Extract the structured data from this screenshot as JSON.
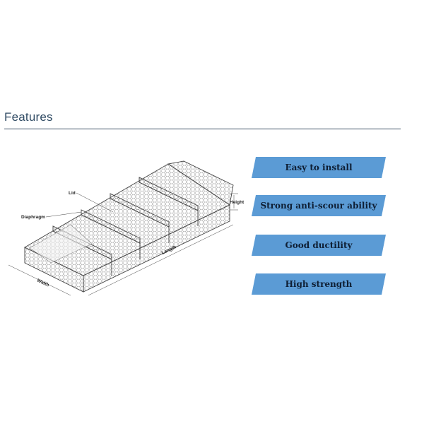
{
  "header": {
    "title": "Features"
  },
  "diagram": {
    "labels": {
      "lid": "Lid",
      "diaphragm": "Diaphragm",
      "height": "Height",
      "length": "Length",
      "width": "Width"
    }
  },
  "features": [
    {
      "label": "Easy to install"
    },
    {
      "label": "Strong anti-scour ability"
    },
    {
      "label": "Good ductility"
    },
    {
      "label": "High strength"
    }
  ],
  "colors": {
    "banner": "#5b9bd5",
    "banner_text": "#0e1e33",
    "title": "#2f4a63",
    "rule": "#3b4f63",
    "mesh": "#6b6b6b"
  }
}
